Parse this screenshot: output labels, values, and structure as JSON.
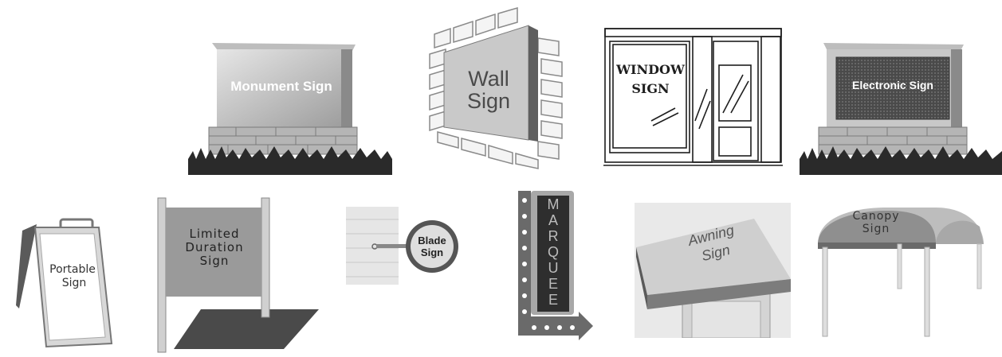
{
  "signs": {
    "monument": {
      "label": "Monument Sign"
    },
    "wall": {
      "label": "Wall Sign"
    },
    "window": {
      "line1": "WINDOW",
      "line2": "SIGN"
    },
    "electronic": {
      "label": "Electronic Sign"
    },
    "portable": {
      "line1": "Portable",
      "line2": "Sign"
    },
    "limited": {
      "line1": "Limited",
      "line2": "Duration",
      "line3": "Sign"
    },
    "blade": {
      "line1": "Blade",
      "line2": "Sign"
    },
    "marquee": {
      "letters": [
        "M",
        "A",
        "R",
        "Q",
        "U",
        "E",
        "E"
      ]
    },
    "awning": {
      "line1": "Awning",
      "line2": "Sign"
    },
    "canopy": {
      "line1": "Canopy",
      "line2": "Sign"
    }
  }
}
